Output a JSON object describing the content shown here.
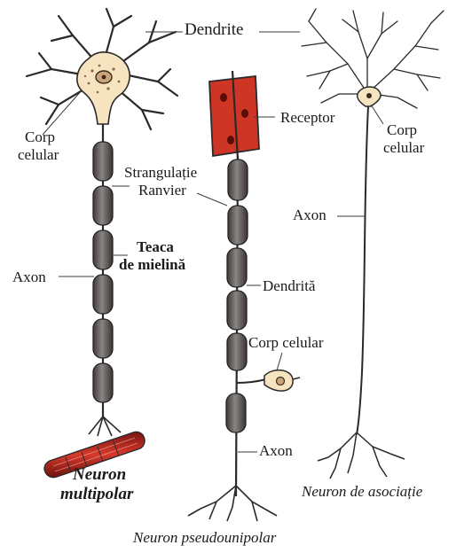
{
  "labels": {
    "dendrite": "Dendrite",
    "corp_celular_left_line1": "Corp",
    "corp_celular_left_line2": "celular",
    "strangulatie_line1": "Strangulație",
    "strangulatie_line2": "Ranvier",
    "receptor": "Receptor",
    "corp_celular_right_line1": "Corp",
    "corp_celular_right_line2": "celular",
    "axon_right": "Axon",
    "teaca_line1": "Teaca",
    "teaca_line2": "de mielină",
    "axon_left": "Axon",
    "dendrita": "Dendrită",
    "corp_celular_middle": "Corp celular",
    "axon_middle": "Axon"
  },
  "captions": {
    "multipolar_line1": "Neuron",
    "multipolar_line2": "multipolar",
    "asociatie": "Neuron de asociație",
    "pseudounipolar": "Neuron pseudounipolar"
  },
  "colors": {
    "outline": "#2a2a2a",
    "soma_fill": "#f6e3c0",
    "myelin": "#5b5554",
    "myelin_light": "#8a8483",
    "receptor_fill": "#cf3525",
    "muscle_fill": "#c2261b"
  }
}
